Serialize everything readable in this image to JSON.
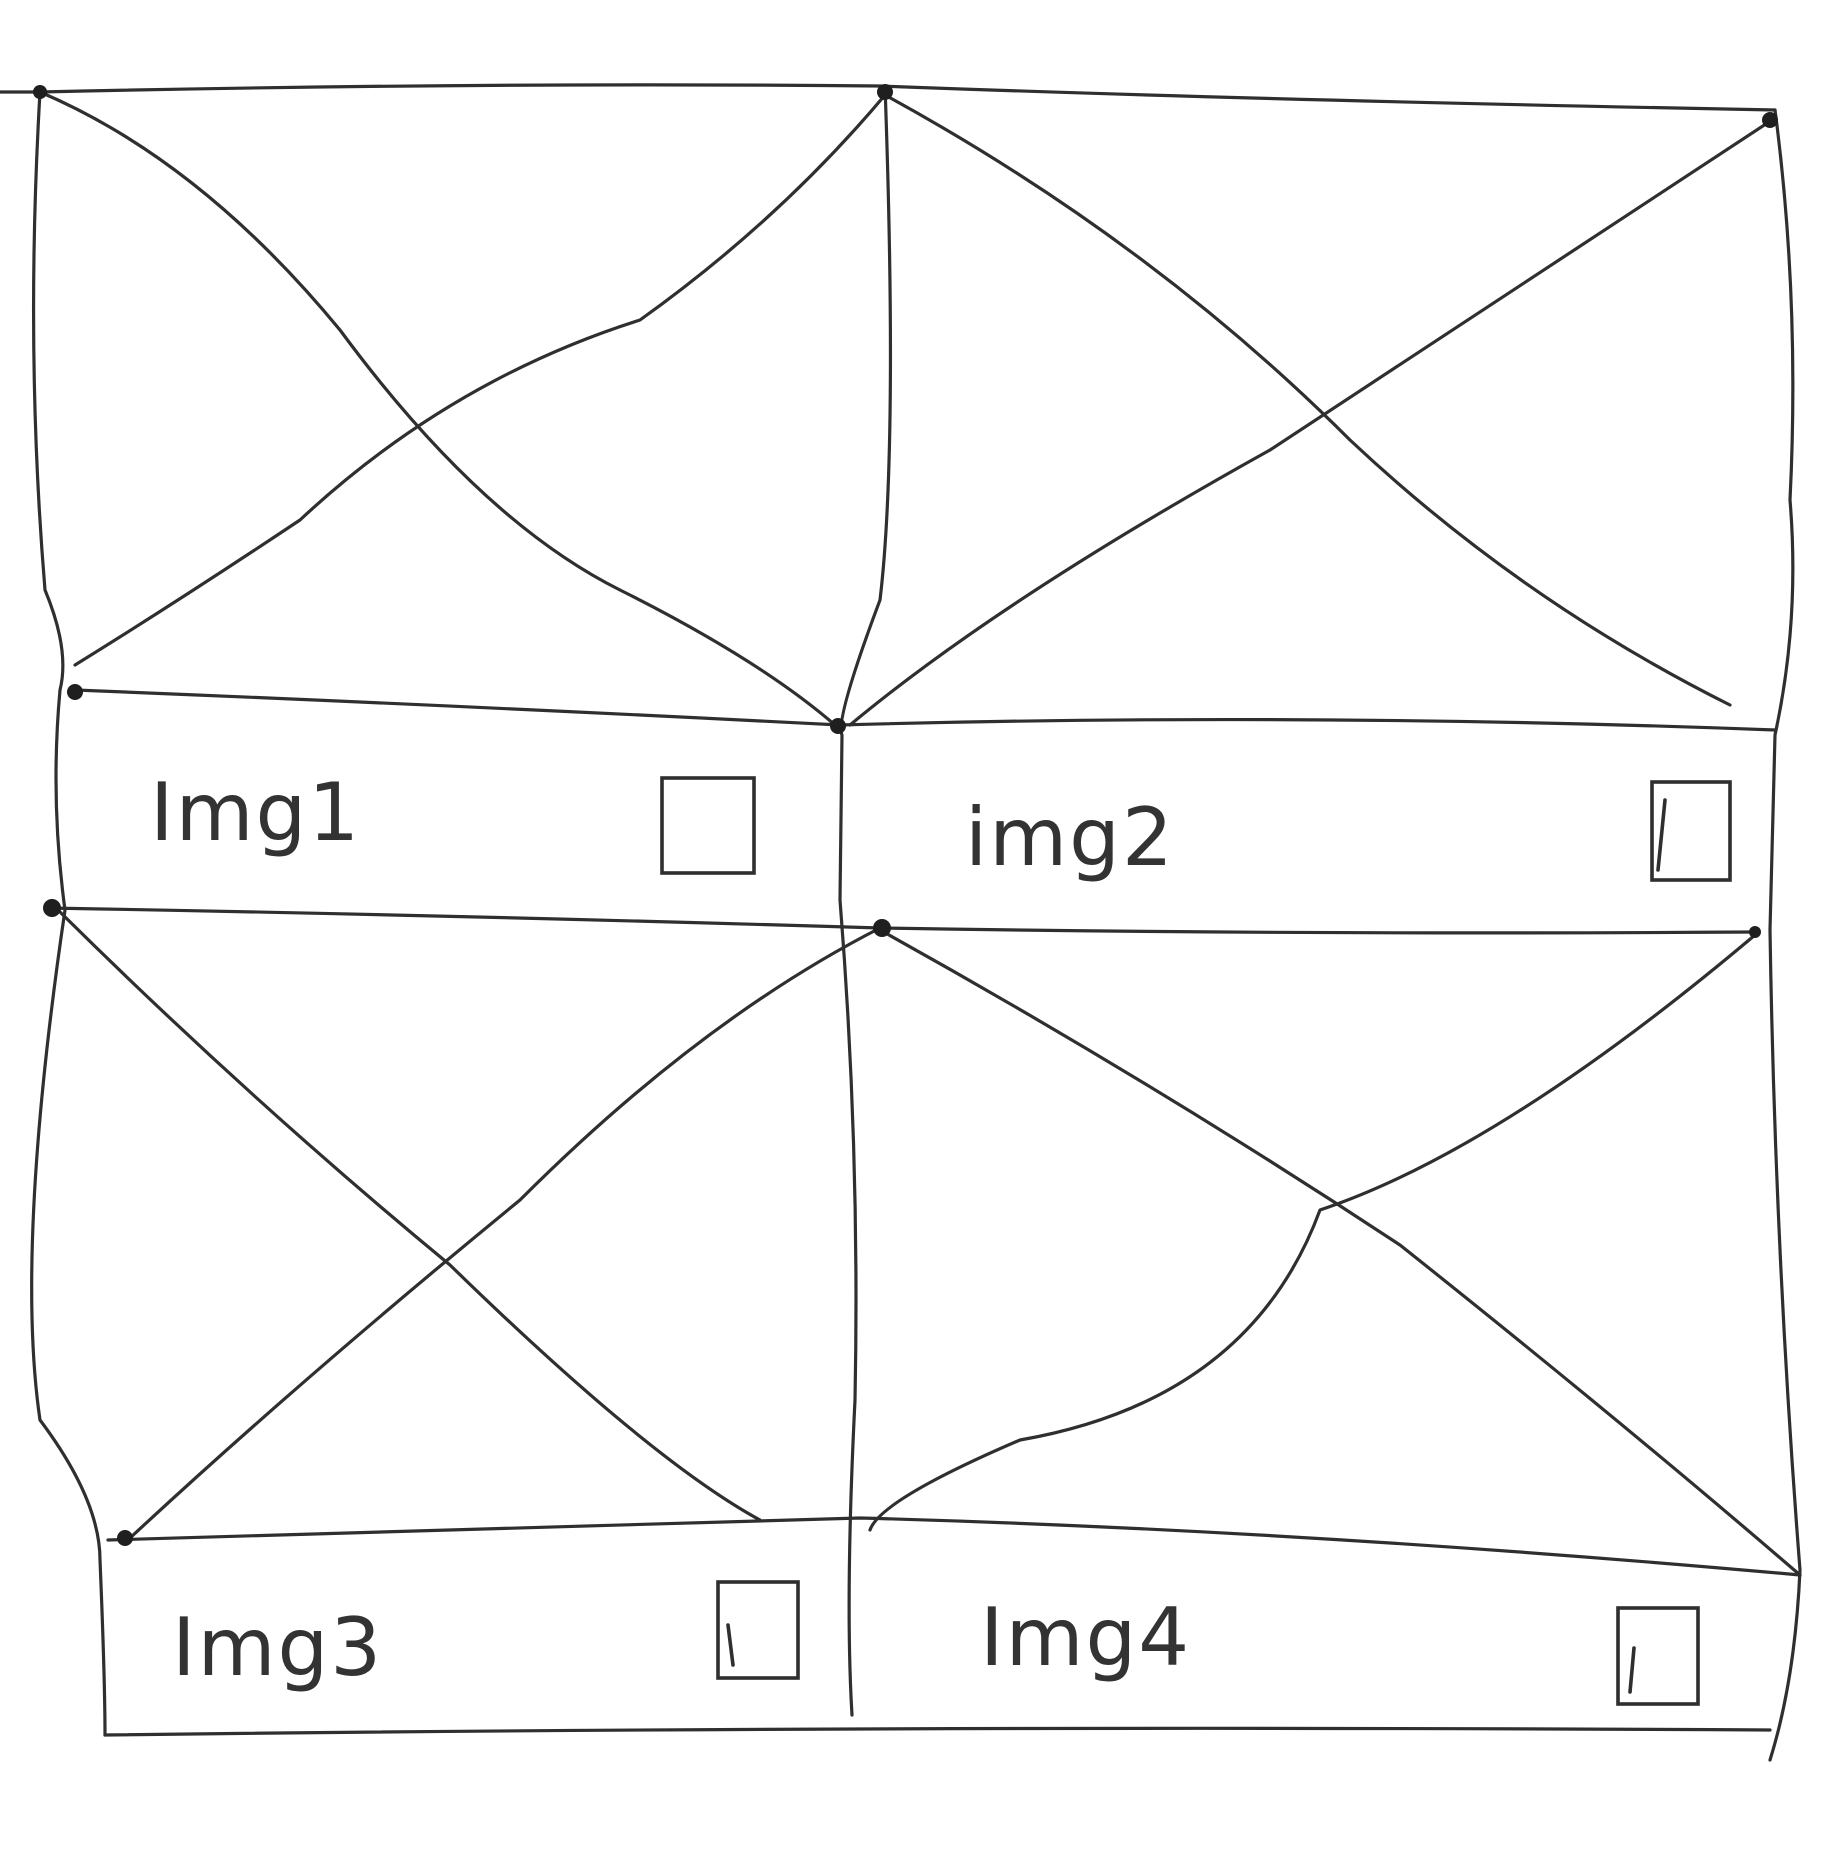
{
  "gallery": {
    "items": [
      {
        "label": "Img1",
        "checked": false
      },
      {
        "label": "img2",
        "checked": true
      },
      {
        "label": "Img3",
        "checked": true
      },
      {
        "label": "Img4",
        "checked": true
      }
    ]
  }
}
